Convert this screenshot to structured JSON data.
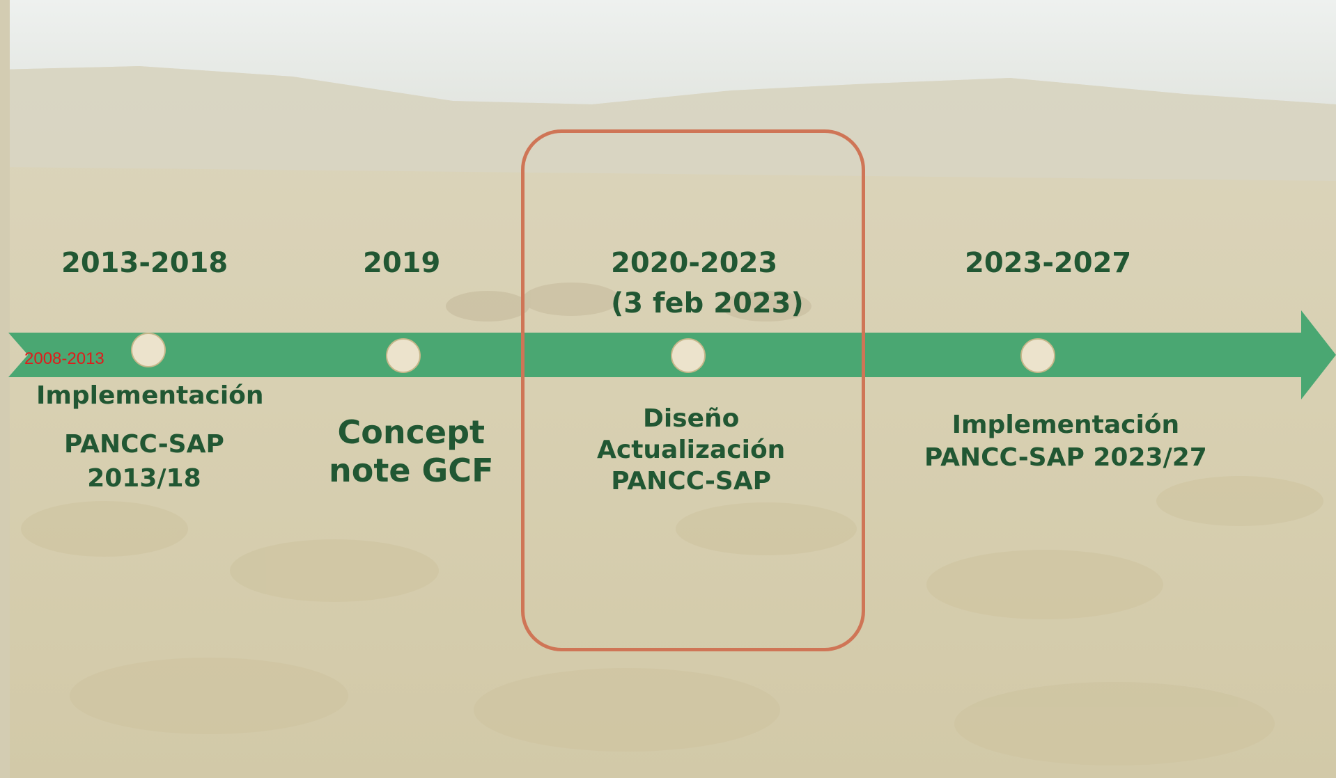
{
  "colors": {
    "sky": "#e8ecea",
    "field": "#d6cfb4",
    "arrow": "#4aa772",
    "node_fill": "#ece3cc",
    "node_stroke": "#c6b78a",
    "text": "#215733",
    "highlight_border": "#cf7556",
    "small_label": "#e01b1b"
  },
  "timeline": {
    "pre_label": "2008-2013",
    "milestones": [
      {
        "years": "2013-2018",
        "title": "Implementación",
        "body": "PANCC-SAP\n2013/18"
      },
      {
        "years": "2019",
        "title": "",
        "body": "Concept\nnote GCF"
      },
      {
        "years": "2020-2023",
        "subyears": "(3 feb 2023)",
        "title": "",
        "body": "Diseño\nActualización\nPANCC-SAP"
      },
      {
        "years": "2023-2027",
        "title": "",
        "body": "Implementación\nPANCC-SAP 2023/27"
      }
    ],
    "highlighted_index": 2
  }
}
